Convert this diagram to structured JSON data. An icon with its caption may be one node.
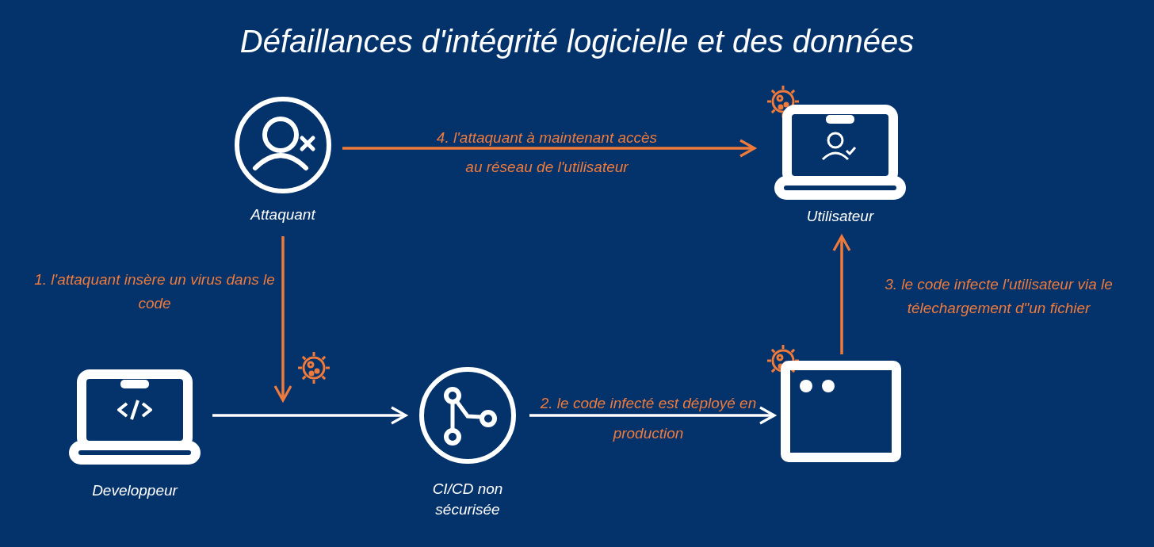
{
  "diagram": {
    "title": "Défaillances d'intégrité logicielle et des données",
    "nodes": [
      {
        "text": [
          "Attaquant"
        ]
      },
      {
        "text": [
          "Utilisateur"
        ]
      },
      {
        "text": [
          "Developpeur"
        ]
      },
      {
        "text": [
          "CI/CD non sécurisée"
        ]
      },
      {
        "text": [],
        "shape": "box"
      }
    ],
    "edges": [
      {
        "from": 2,
        "to": 3,
        "arrow": "to",
        "color": "#ffffff"
      },
      {
        "from": 0,
        "to": null,
        "arrow": "to",
        "label": "1. l'attaquant insère un virus dans le code"
      },
      {
        "from": 3,
        "to": 4,
        "arrow": "to",
        "label": "2. le code infecté est déployé en production",
        "color": "#ffffff"
      },
      {
        "from": 4,
        "to": 1,
        "arrow": "to",
        "label": "3. le code infecte l'utilisateur via le télechargement d\"un fichier"
      },
      {
        "from": 0,
        "to": 1,
        "arrow": "to",
        "label": "4. l'attaquant à maintenant accès au réseau de l'utilisateur"
      }
    ]
  }
}
